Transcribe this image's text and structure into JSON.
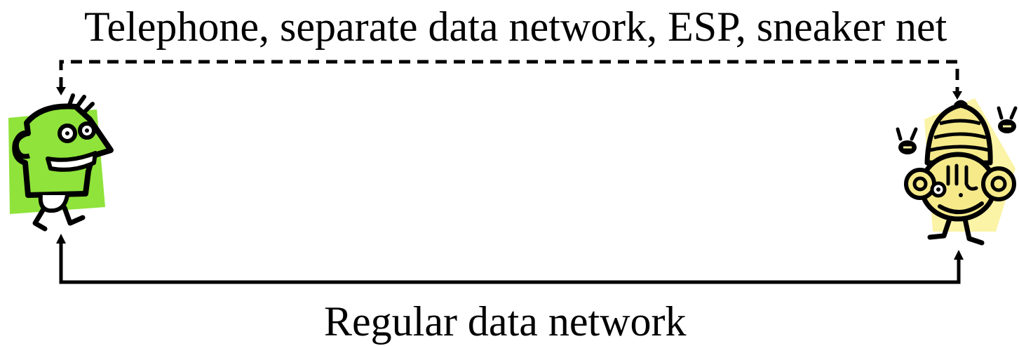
{
  "diagram": {
    "top_channel_label": "Telephone, separate data network, ESP, sneaker net",
    "bottom_channel_label": "Regular data network",
    "colors": {
      "line": "#000000",
      "left_figure_background": "#8fe33a",
      "right_figure_background": "#fbf3a6",
      "left_figure_face": "#8fe33a",
      "right_figure_face": "#f5e98a"
    },
    "top_channel_style": "dashed",
    "bottom_channel_style": "solid",
    "left_figure": "green-cartoon-person",
    "right_figure": "yellow-cartoon-person"
  }
}
